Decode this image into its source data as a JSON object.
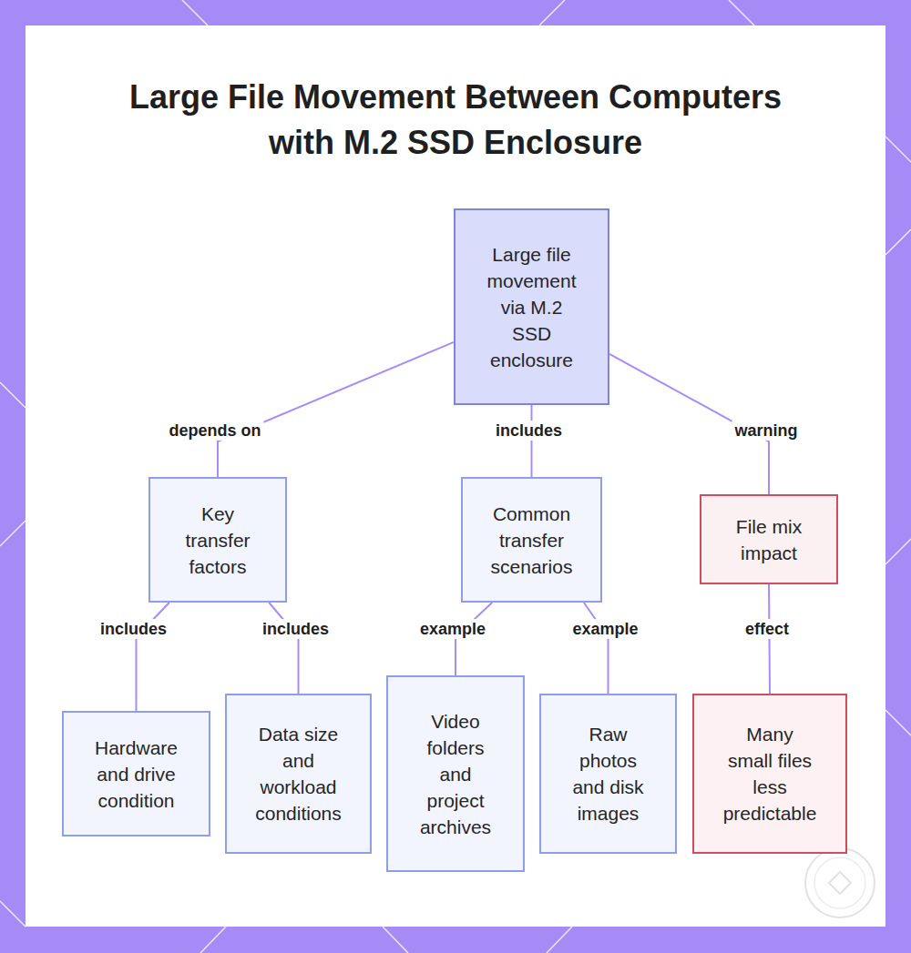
{
  "diagram": {
    "title": "Large File Movement Between Computers with M.2 SSD Enclosure",
    "nodes": [
      {
        "text": [
          "Large file movement via M.2 SSD enclosure"
        ]
      },
      {
        "text": [
          "Key transfer factors"
        ]
      },
      {
        "text": [
          "Common transfer scenarios"
        ]
      },
      {
        "text": [
          "File mix impact"
        ]
      },
      {
        "text": [
          "Hardware and drive condition"
        ]
      },
      {
        "text": [
          "Data size and workload conditions"
        ]
      },
      {
        "text": [
          "Video folders and project archives"
        ]
      },
      {
        "text": [
          "Raw photos and disk images"
        ]
      },
      {
        "text": [
          "Many small files less predictable"
        ]
      }
    ],
    "edges": [
      {
        "from": 0,
        "to": 1,
        "label": "depends on",
        "arrow": "none"
      },
      {
        "from": 0,
        "to": 2,
        "label": "includes",
        "arrow": "none"
      },
      {
        "from": 0,
        "to": 3,
        "label": "warning",
        "arrow": "none"
      },
      {
        "from": 1,
        "to": 4,
        "label": "includes",
        "arrow": "none"
      },
      {
        "from": 1,
        "to": 5,
        "label": "includes",
        "arrow": "none"
      },
      {
        "from": 2,
        "to": 6,
        "label": "example",
        "arrow": "none"
      },
      {
        "from": 2,
        "to": 7,
        "label": "example",
        "arrow": "none"
      },
      {
        "from": 3,
        "to": 8,
        "label": "effect",
        "arrow": "none"
      }
    ]
  }
}
